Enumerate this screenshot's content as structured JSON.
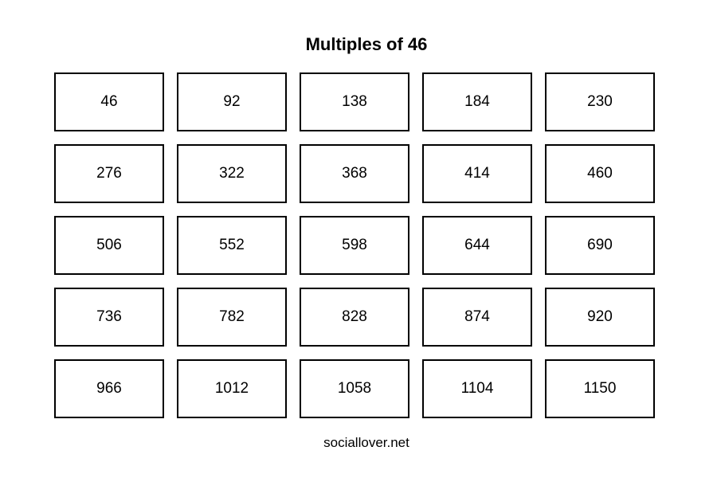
{
  "title": "Multiples of 46",
  "multiples": [
    [
      "46",
      "92",
      "138",
      "184",
      "230"
    ],
    [
      "276",
      "322",
      "368",
      "414",
      "460"
    ],
    [
      "506",
      "552",
      "598",
      "644",
      "690"
    ],
    [
      "736",
      "782",
      "828",
      "874",
      "920"
    ],
    [
      "966",
      "1012",
      "1058",
      "1104",
      "1150"
    ]
  ],
  "footer": "sociallover.net"
}
